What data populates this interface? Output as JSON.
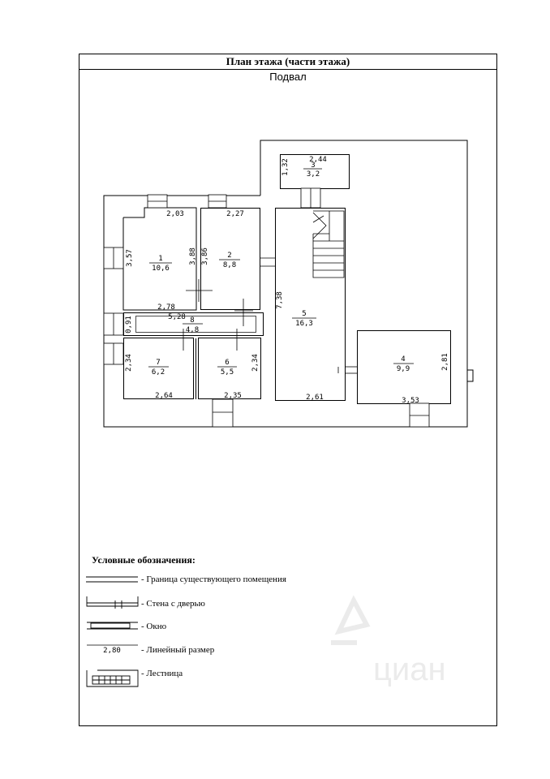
{
  "header": {
    "title": "План этажа (части этажа)",
    "floor": "Подвал"
  },
  "rooms": [
    {
      "id": "1",
      "number": "1",
      "area": "10,6"
    },
    {
      "id": "2",
      "number": "2",
      "area": "8,8"
    },
    {
      "id": "3",
      "number": "3",
      "area": "3,2"
    },
    {
      "id": "4",
      "number": "4",
      "area": "9,9"
    },
    {
      "id": "5",
      "number": "5",
      "area": "16,3"
    },
    {
      "id": "6",
      "number": "6",
      "area": "5,5"
    },
    {
      "id": "7",
      "number": "7",
      "area": "6,2"
    },
    {
      "id": "8",
      "number": "8",
      "area": "4,8"
    }
  ],
  "dimensions": {
    "r1_top": "2,03",
    "r1_bottom": "2,78",
    "r1_left": "3,57",
    "r1_right": "3,88",
    "r2_top": "2,27",
    "r2_left": "3,86",
    "r3_top": "2,44",
    "r3_left": "1,32",
    "r4_right": "2,81",
    "r4_bottom": "3,53",
    "r5_left": "7,38",
    "r5_bottom": "2,61",
    "r6_bottom": "2,35",
    "r6_right": "2,34",
    "r7_left": "2,34",
    "r7_bottom": "2,64",
    "r8_top": "5,28",
    "r8_left": "0,91"
  },
  "legend": {
    "title": "Условные обозначения:",
    "items": [
      {
        "icon": "room-boundary-icon",
        "label": "- Граница существующего помещения"
      },
      {
        "icon": "wall-with-door-icon",
        "label": "- Стена с дверью"
      },
      {
        "icon": "window-icon",
        "label": "- Окно"
      },
      {
        "icon": "linear-dimension-icon",
        "label": "- Линейный размер",
        "sample": "2,80"
      },
      {
        "icon": "staircase-icon",
        "label": "- Лестница"
      }
    ]
  },
  "watermark": "циан",
  "colors": {
    "line": "#000000",
    "watermark": "#ebebeb"
  }
}
